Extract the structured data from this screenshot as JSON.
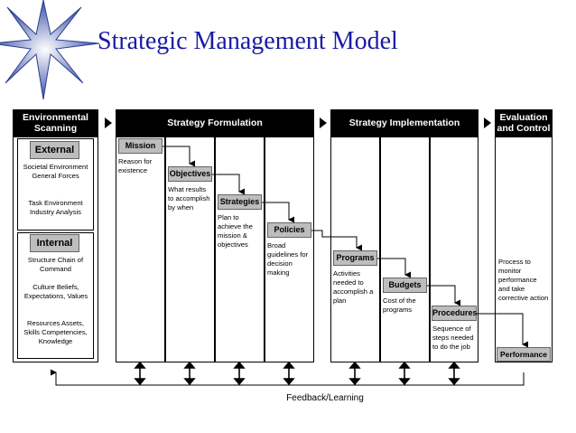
{
  "title": "Strategic Management Model",
  "headers": {
    "env": "Environmental Scanning",
    "form": "Strategy Formulation",
    "impl": "Strategy Implementation",
    "eval": "Evaluation and Control"
  },
  "env": {
    "external_label": "External",
    "external_items": [
      "Societal Environment General Forces",
      "Task Environment Industry Analysis"
    ],
    "internal_label": "Internal",
    "internal_items": [
      "Structure Chain of Command",
      "Culture Beliefs, Expectations, Values",
      "Resources Assets, Skills Competencies, Knowledge"
    ]
  },
  "formulation": {
    "mission": {
      "label": "Mission",
      "desc": "Reason for existence"
    },
    "objectives": {
      "label": "Objectives",
      "desc": "What results to accomplish by when"
    },
    "strategies": {
      "label": "Strategies",
      "desc": "Plan to achieve the mission & objectives"
    },
    "policies": {
      "label": "Policies",
      "desc": "Broad guidelines for decision making"
    }
  },
  "implementation": {
    "programs": {
      "label": "Programs",
      "desc": "Activities needed to accomplish a plan"
    },
    "budgets": {
      "label": "Budgets",
      "desc": "Cost of the programs"
    },
    "procedures": {
      "label": "Procedures",
      "desc": "Sequence of steps needed to do the job"
    }
  },
  "evaluation": {
    "desc": "Process to monitor performance and take corrective action",
    "performance": "Performance"
  },
  "feedback": "Feedback/Learning"
}
